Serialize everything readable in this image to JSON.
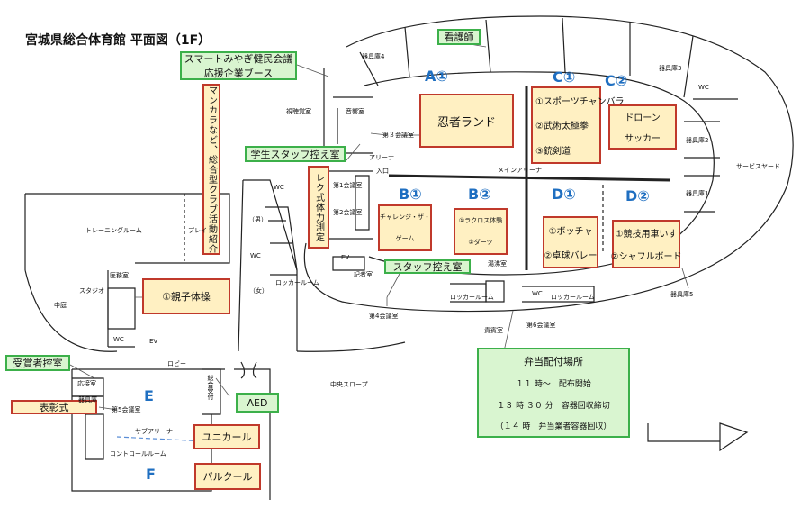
{
  "title": "宮城県総合体育館 平面図（1F）",
  "sections": {
    "a1": "A①",
    "c1": "C①",
    "c2": "C②",
    "b1": "B①",
    "b2": "B②",
    "d1": "D①",
    "d2": "D②",
    "e": "E",
    "f": "F"
  },
  "callouts": {
    "kangoshi": "看護師",
    "booth_line1": "スマートみやぎ健民会議",
    "booth_line2": "応援企業ブース",
    "mankara": "マンカラなど、総合型クラブ活動紹介",
    "ninja": "忍者ランド",
    "c1_line1": "①スポーツチャンバラ",
    "c1_line2": "②武術太極拳",
    "c1_line3": "③銃剣道",
    "c2_line1": "ドローン",
    "c2_line2": "サッカー",
    "gakusei": "学生スタッフ控え室",
    "rec": "レク式体力測定",
    "b1_line1": "チャレンジ・ザ・",
    "b1_line2": "ゲーム",
    "b2_line1": "①ラクロス体験",
    "b2_line2": "②ダーツ",
    "d1_line1": "①ボッチャ",
    "d1_line2": "②卓球バレー",
    "d2_line1": "①競技用車いす",
    "d2_line2": "②シャフルボード",
    "staff": "スタッフ控え室",
    "oyako": "①親子体操",
    "jushosha": "受賞者控室",
    "aed": "AED",
    "hyoshoshiki": "表彰式",
    "unicurl": "ユニカール",
    "palkuru": "パルクール",
    "bento_title": "弁当配付場所",
    "bento_line1": "１１ 時～　配布開始",
    "bento_line2": "１３ 時 ３０ 分　容器回収締切",
    "bento_line3": "（１４ 時　弁当業者容器回収）"
  },
  "rooms": {
    "kiguko4": "器具庫4",
    "kiguko3": "器具庫3",
    "kiguko2": "器具庫2",
    "kiguko1": "器具庫1",
    "kiguko5": "器具庫5",
    "wc_east": "WC",
    "service_yard": "サービスヤード",
    "shichokaku": "視聴覚室",
    "onkyo": "音響室",
    "kaigi3": "第３会議室",
    "arena": "アリーナ",
    "iriguchi": "入口",
    "main_arena": "メインアリーナ",
    "kaigi1": "第1会議室",
    "kaigi2": "第2会議室",
    "wc_mid": "WC",
    "training": "トレーニングルーム",
    "play": "プレイ",
    "otoko": "（男）",
    "wc_center": "WC",
    "onna": "（女）",
    "locker_center": "ロッカールーム",
    "ev_upper": "EV",
    "kishashitsu": "記者室",
    "yuwakashi": "湯沸室",
    "locker_south1": "ロッカールーム",
    "wc_south": "WC",
    "locker_south2": "ロッカールーム",
    "kaigi4": "第4会議室",
    "kihinshitsu": "貴賓室",
    "kaigi6": "第6会議室",
    "iryoshitsu": "医務室",
    "studio": "スタジオ",
    "nakaniwa": "中庭",
    "wc_west": "WC",
    "ev_lower": "EV",
    "lobby": "ロビー",
    "ouseshitsu": "応接室",
    "kiguko_w": "器具庫",
    "kaigi5": "第5会議室",
    "sub_arena": "サブアリーナ",
    "control": "コントロールルーム",
    "sogo_uketsuke": "総合受付",
    "chuo_slope": "中央スロープ"
  }
}
